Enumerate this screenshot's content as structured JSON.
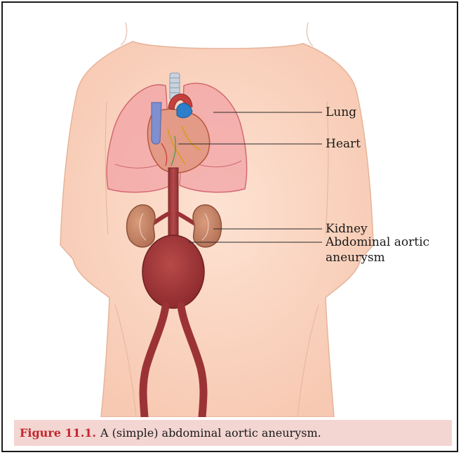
{
  "labels": {
    "lung": "Lung",
    "heart": "Heart",
    "kidney": "Kidney",
    "aneurysm_line1": "Abdominal aortic",
    "aneurysm_line2": "aneurysm"
  },
  "caption": {
    "number": "Figure 11.1.",
    "text": "A (simple) abdominal aortic aneurysm."
  },
  "colors": {
    "caption_background": "#f3d5d1",
    "caption_number": "#c4262e",
    "skin": "#fbd7c4",
    "lung": "#f19a9e",
    "aorta": "#a5373a",
    "kidney": "#c8866a",
    "vein": "#7f8fd0"
  }
}
